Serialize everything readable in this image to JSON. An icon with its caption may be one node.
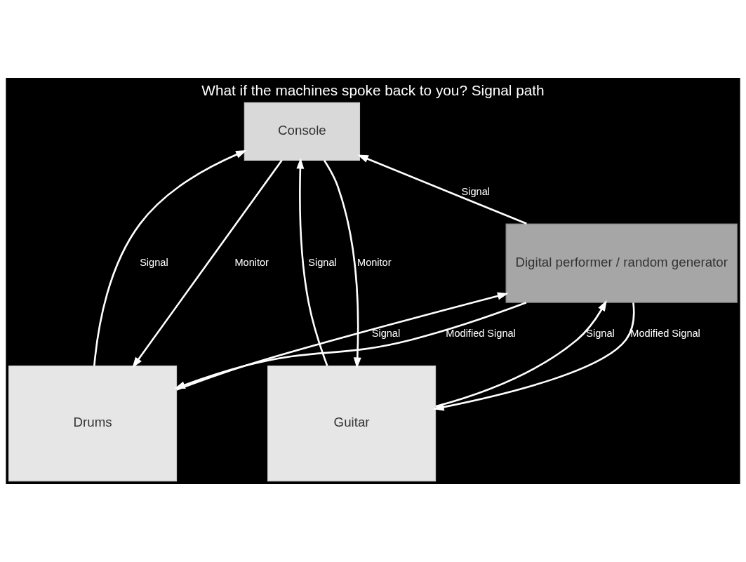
{
  "diagram": {
    "title": "What if the machines spoke back to you? Signal path",
    "nodes": [
      {
        "text": [
          "Console"
        ]
      },
      {
        "text": [
          "Digital performer / random generator"
        ]
      },
      {
        "text": [
          "Drums"
        ]
      },
      {
        "text": [
          "Guitar"
        ]
      }
    ],
    "edges": [
      {
        "from": 0,
        "to": 2,
        "arrow": "to",
        "label": "Monitor"
      },
      {
        "from": 0,
        "to": 3,
        "arrow": "to",
        "label": "Monitor"
      },
      {
        "from": 2,
        "to": 0,
        "arrow": "to",
        "label": "Signal"
      },
      {
        "from": 3,
        "to": 0,
        "arrow": "to",
        "label": "Signal"
      },
      {
        "from": 1,
        "to": 0,
        "arrow": "to",
        "label": "Signal"
      },
      {
        "from": 2,
        "to": 1,
        "arrow": "to",
        "label": "Signal"
      },
      {
        "from": 3,
        "to": 1,
        "arrow": "to",
        "label": "Signal"
      },
      {
        "from": 1,
        "to": 2,
        "arrow": "to",
        "label": "Modified Signal"
      },
      {
        "from": 1,
        "to": 3,
        "arrow": "to",
        "label": "Modified Signal"
      }
    ]
  }
}
